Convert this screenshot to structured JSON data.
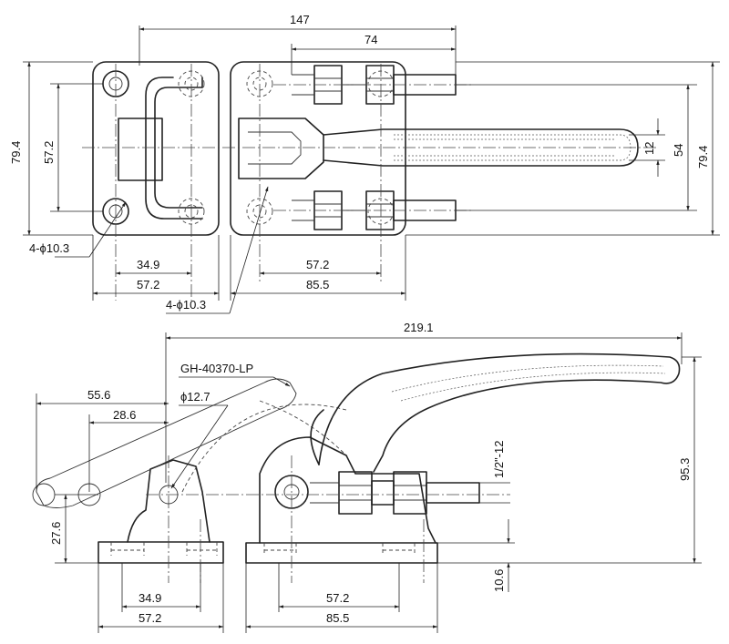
{
  "top_view": {
    "dims": {
      "overall_width": "147",
      "rod_length": "74",
      "height_left": "79.4",
      "height_right": "79.4",
      "hole_spacing_vertical": "57.2",
      "slot_width": "12",
      "bolt_spacing": "54",
      "left_inner": "34.9",
      "left_outer": "57.2",
      "right_inner": "57.2",
      "right_outer": "85.5"
    },
    "callouts": {
      "holes_left": "4-ϕ10.3",
      "holes_right": "4-ϕ10.3"
    }
  },
  "side_view": {
    "model": "GH-40370-LP",
    "dims": {
      "overall_length": "219.1",
      "reach_outer": "55.6",
      "reach_inner": "28.6",
      "pin_diameter": "ϕ12.7",
      "thread": "1/2\"-12",
      "total_height": "95.3",
      "base_offset": "27.6",
      "base_thickness": "10.6",
      "left_inner": "34.9",
      "left_outer": "57.2",
      "right_inner": "57.2",
      "right_outer": "85.5"
    }
  }
}
